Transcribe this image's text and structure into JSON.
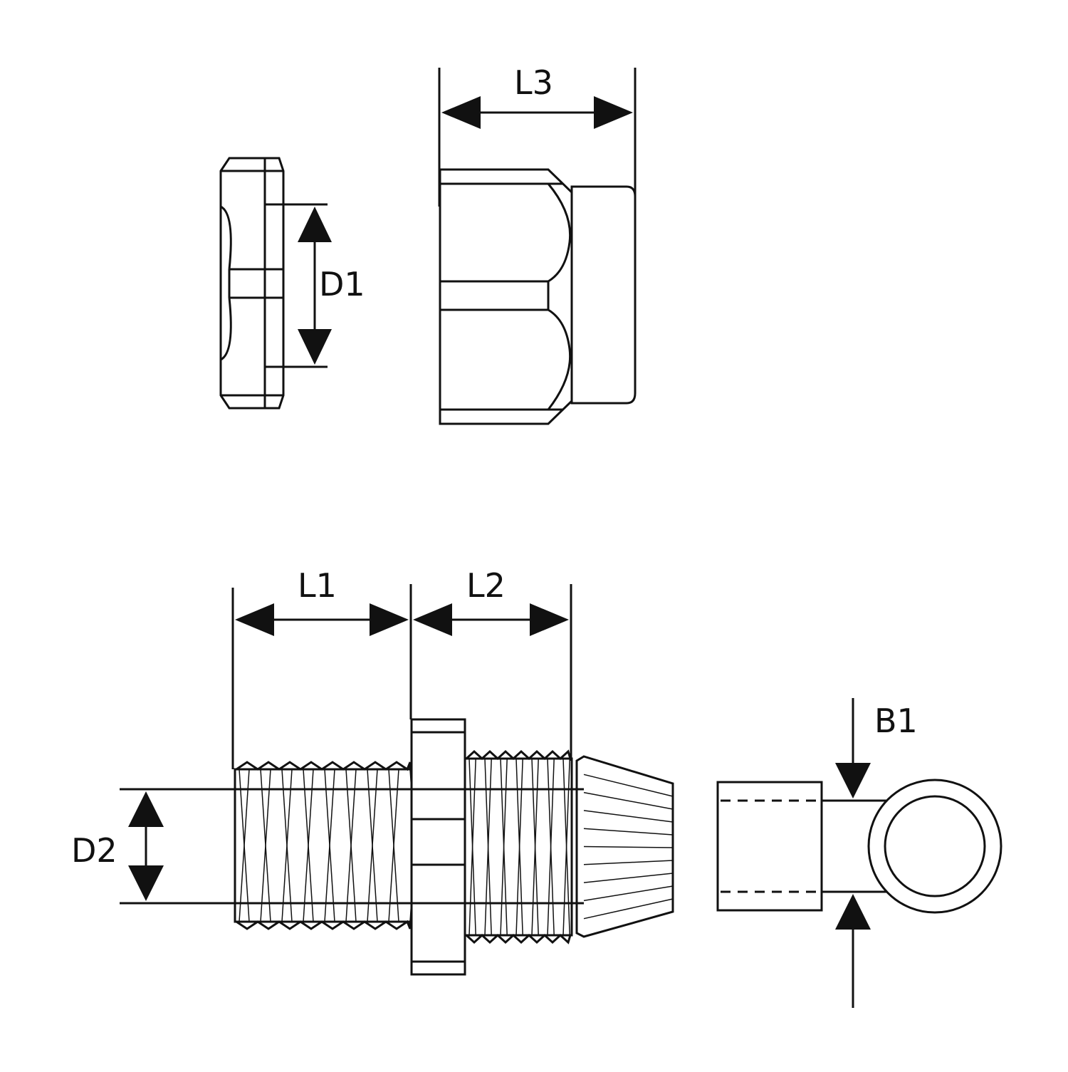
{
  "labels": {
    "l3": "L3",
    "d1": "D1",
    "l1": "L1",
    "l2": "L2",
    "d2": "D2",
    "b1": "B1"
  }
}
